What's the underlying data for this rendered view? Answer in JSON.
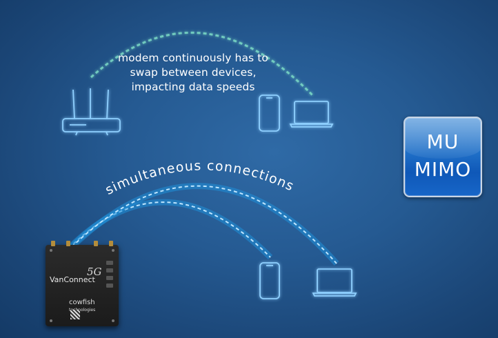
{
  "caption": {
    "line1": "modem continuously has to",
    "line2": "swap between devices,",
    "line3": "impacting data speeds"
  },
  "arc_label": "simultaneous connections",
  "mumimo": {
    "line1": "MU",
    "line2": "MIMO"
  },
  "device": {
    "brand": "VanConnect",
    "badge": "5G",
    "maker": "cowfish",
    "maker_sub": "technologies"
  },
  "colors": {
    "background": "#255a92",
    "line_art": "#8fd0ff",
    "dashed_top": "#7fe0c8",
    "dashed_bottom": "#a9d8ff",
    "mumimo_badge": "#1f6fc7"
  },
  "icons": {
    "router": "wifi-router-icon",
    "phone": "smartphone-icon",
    "laptop": "laptop-icon"
  }
}
